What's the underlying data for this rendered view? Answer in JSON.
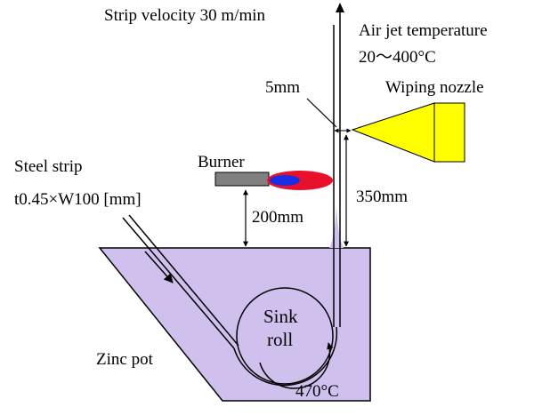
{
  "diagram": {
    "labels": {
      "strip_velocity": "Strip velocity 30 m/min",
      "air_jet_line1": "Air jet temperature",
      "air_jet_line2": "20〜400°C",
      "gap": "5mm",
      "wiping_nozzle": "Wiping nozzle",
      "burner": "Burner",
      "steel_strip_line1": "Steel strip",
      "steel_strip_line2": "t0.45×W100  [mm]",
      "dist_200": "200mm",
      "dist_350": "350mm",
      "sink_line1": "Sink",
      "sink_line2": "roll",
      "zinc_pot": "Zinc pot",
      "pot_temp": "470°C"
    },
    "colors": {
      "zinc": "#cfc0ee",
      "nozzle": "#ffff00",
      "burner_body": "#808080",
      "flame_outer": "#e8102a",
      "flame_inner": "#1a2ee6",
      "line": "#000000"
    }
  }
}
